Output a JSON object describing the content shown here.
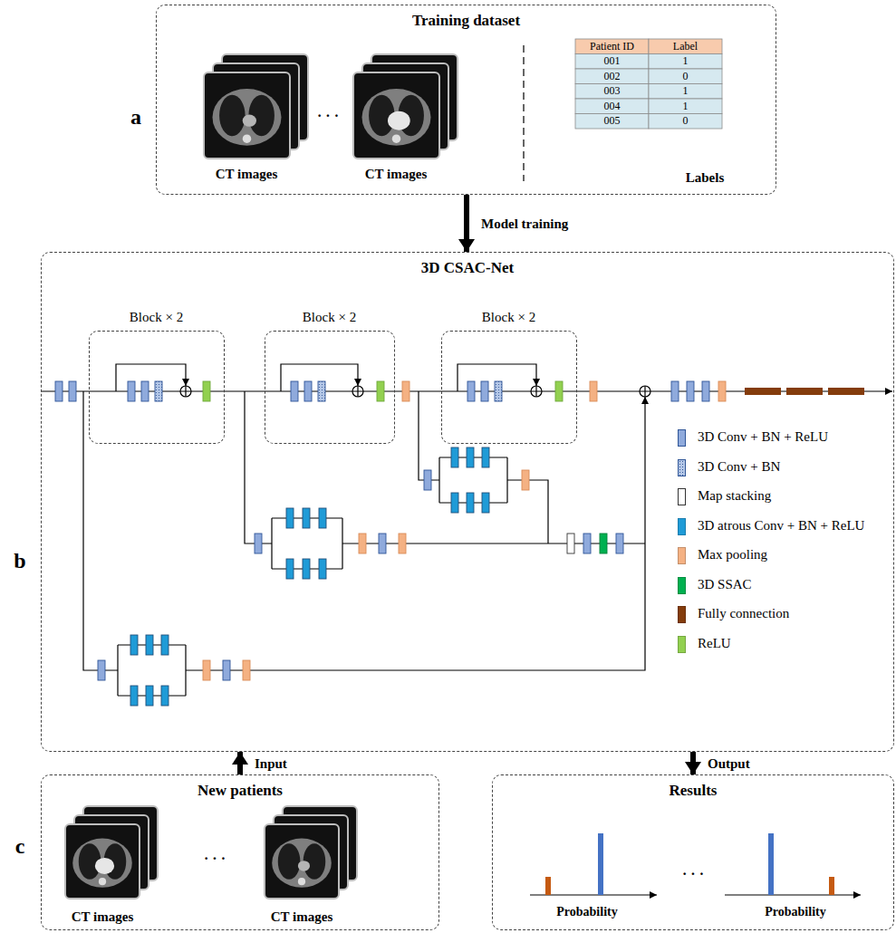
{
  "diagram": {
    "nodes": [
      {
        "text": [
          "Training dataset"
        ]
      },
      {
        "text": [
          "3D CSAC-Net"
        ]
      },
      {
        "text": [
          "Block × 2"
        ],
        "in": 1
      },
      {
        "text": [
          "Block × 2"
        ],
        "in": 1
      },
      {
        "text": [
          "Block × 2"
        ],
        "in": 1
      },
      {
        "text": [
          "New patients"
        ]
      },
      {
        "text": [
          "Results"
        ]
      }
    ],
    "edges": [
      {
        "from": 0,
        "to": 1,
        "arrow": "to",
        "label": "Model training"
      },
      {
        "from": 5,
        "to": 1,
        "arrow": "to",
        "label": "Input"
      },
      {
        "from": 1,
        "to": 6,
        "arrow": "to",
        "label": "Output"
      }
    ],
    "labels": [
      "a",
      "CT images",
      "· · ·",
      "CT images",
      "Patient ID",
      "Label",
      "001",
      "1",
      "002",
      "0",
      "003",
      "1",
      "004",
      "1",
      "005",
      "0",
      "Labels",
      "b",
      "c",
      "CT images",
      "· · ·",
      "CT images",
      "Probability",
      "· · ·",
      "Probability"
    ],
    "legend": [
      {
        "text": "3D Conv + BN + ReLU",
        "color": "#8faadc"
      },
      {
        "text": "3D Conv + BN",
        "color": "#b4c7e7"
      },
      {
        "text": "Map stacking",
        "color": "#ffffff"
      },
      {
        "text": "3D atrous Conv + BN + ReLU",
        "color": "#1f9bd7"
      },
      {
        "text": "Max pooling",
        "color": "#f4b183"
      },
      {
        "text": "3D SSAC",
        "color": "#00b050"
      },
      {
        "text": "Fully connection",
        "color": "#843c0c"
      },
      {
        "text": "ReLU",
        "color": "#92d050"
      }
    ]
  }
}
